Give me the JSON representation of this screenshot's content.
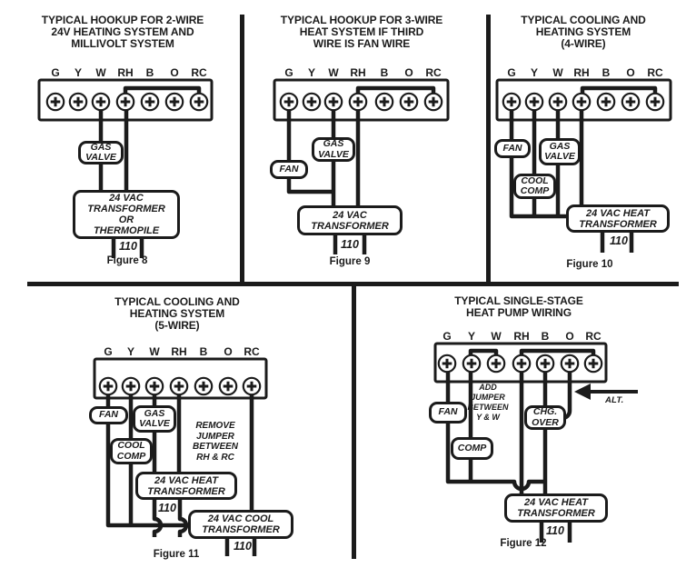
{
  "page": {
    "paper": "#ffffff",
    "ink": "#1b1b1b"
  },
  "figures": [
    {
      "title": "TYPICAL HOOKUP FOR 2-WIRE\n24V HEATING SYSTEM AND\nMILLIVOLT SYSTEM",
      "terminals": [
        "G",
        "Y",
        "W",
        "RH",
        "B",
        "O",
        "RC"
      ],
      "gas_valve": "GAS\nVALVE",
      "transformer": "24 VAC\nTRANSFORMER\nOR\nTHERMOPILE",
      "power": "110",
      "caption": "Figure 8"
    },
    {
      "title": "TYPICAL HOOKUP FOR 3-WIRE\nHEAT SYSTEM IF THIRD\nWIRE IS FAN WIRE",
      "terminals": [
        "G",
        "Y",
        "W",
        "RH",
        "B",
        "O",
        "RC"
      ],
      "fan": "FAN",
      "gas_valve": "GAS\nVALVE",
      "transformer": "24 VAC\nTRANSFORMER",
      "power": "110",
      "caption": "Figure 9"
    },
    {
      "title": "TYPICAL COOLING AND\nHEATING SYSTEM\n(4-WIRE)",
      "terminals": [
        "G",
        "Y",
        "W",
        "RH",
        "B",
        "O",
        "RC"
      ],
      "fan": "FAN",
      "gas_valve": "GAS\nVALVE",
      "cool_comp": "COOL\nCOMP",
      "transformer": "24 VAC HEAT\nTRANSFORMER",
      "power": "110",
      "caption": "Figure 10"
    },
    {
      "title": "TYPICAL COOLING AND\nHEATING SYSTEM\n(5-WIRE)",
      "terminals": [
        "G",
        "Y",
        "W",
        "RH",
        "B",
        "O",
        "RC"
      ],
      "fan": "FAN",
      "gas_valve": "GAS\nVALVE",
      "cool_comp": "COOL\nCOMP",
      "note": "REMOVE\nJUMPER\nBETWEEN\nRH & RC",
      "heat_transformer": "24 VAC HEAT\nTRANSFORMER",
      "cool_transformer": "24 VAC COOL\nTRANSFORMER",
      "power_heat": "110",
      "power_cool": "110",
      "caption": "Figure 11"
    },
    {
      "title": "TYPICAL SINGLE-STAGE\nHEAT PUMP WIRING",
      "terminals": [
        "G",
        "Y",
        "W",
        "RH",
        "B",
        "O",
        "RC"
      ],
      "fan": "FAN",
      "comp": "COMP",
      "chg_over": "CHG.\nOVER",
      "note": "ADD\nJUMPER\nBETWEEN\nY & W",
      "alt": "ALT.",
      "transformer": "24 VAC HEAT\nTRANSFORMER",
      "power": "110",
      "caption": "Figure 12"
    }
  ]
}
